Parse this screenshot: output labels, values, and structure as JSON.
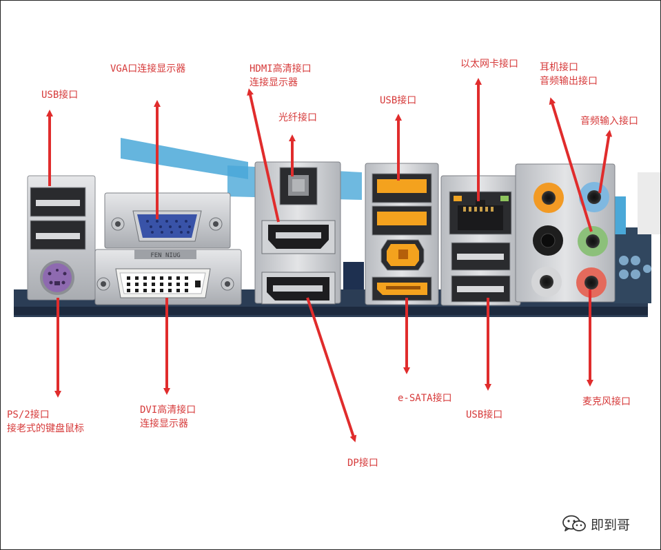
{
  "colors": {
    "label_text": "#d63a3a",
    "arrow": "#e02c2c",
    "usb_port_orange": "#f4a21e",
    "vga_blue": "#3953a8",
    "ps2_purple": "#8e6ab0",
    "audio_orange": "#f29a24",
    "audio_blue": "#7fb8e0",
    "audio_green": "#8cc07a",
    "audio_pink": "#e46a5c",
    "watermark": "#333333"
  },
  "labels": {
    "usb_left": {
      "lines": [
        "USB接口"
      ]
    },
    "vga": {
      "lines": [
        "VGA口连接显示器"
      ]
    },
    "hdmi": {
      "lines": [
        "HDMI高清接口",
        "连接显示器"
      ]
    },
    "optical": {
      "lines": [
        "光纤接口"
      ]
    },
    "usb_mid": {
      "lines": [
        "USB接口"
      ]
    },
    "ethernet": {
      "lines": [
        "以太网卡接口"
      ]
    },
    "headphone": {
      "lines": [
        "耳机接口",
        "音频输出接口"
      ]
    },
    "audio_in": {
      "lines": [
        "音频输入接口"
      ]
    },
    "ps2": {
      "lines": [
        "PS/2接口",
        "接老式的键盘鼠标"
      ]
    },
    "dvi": {
      "lines": [
        "DVI高清接口",
        "连接显示器"
      ]
    },
    "esata": {
      "lines": [
        "e-SATA接口"
      ]
    },
    "usb_bottom": {
      "lines": [
        "USB接口"
      ]
    },
    "mic": {
      "lines": [
        "麦克风接口"
      ]
    },
    "dp": {
      "lines": [
        "DP接口"
      ]
    }
  },
  "panel_markings": {
    "dvi_text": "FEN NIUG"
  },
  "watermark": {
    "icon": "wechat-icon",
    "text": "即到哥"
  }
}
